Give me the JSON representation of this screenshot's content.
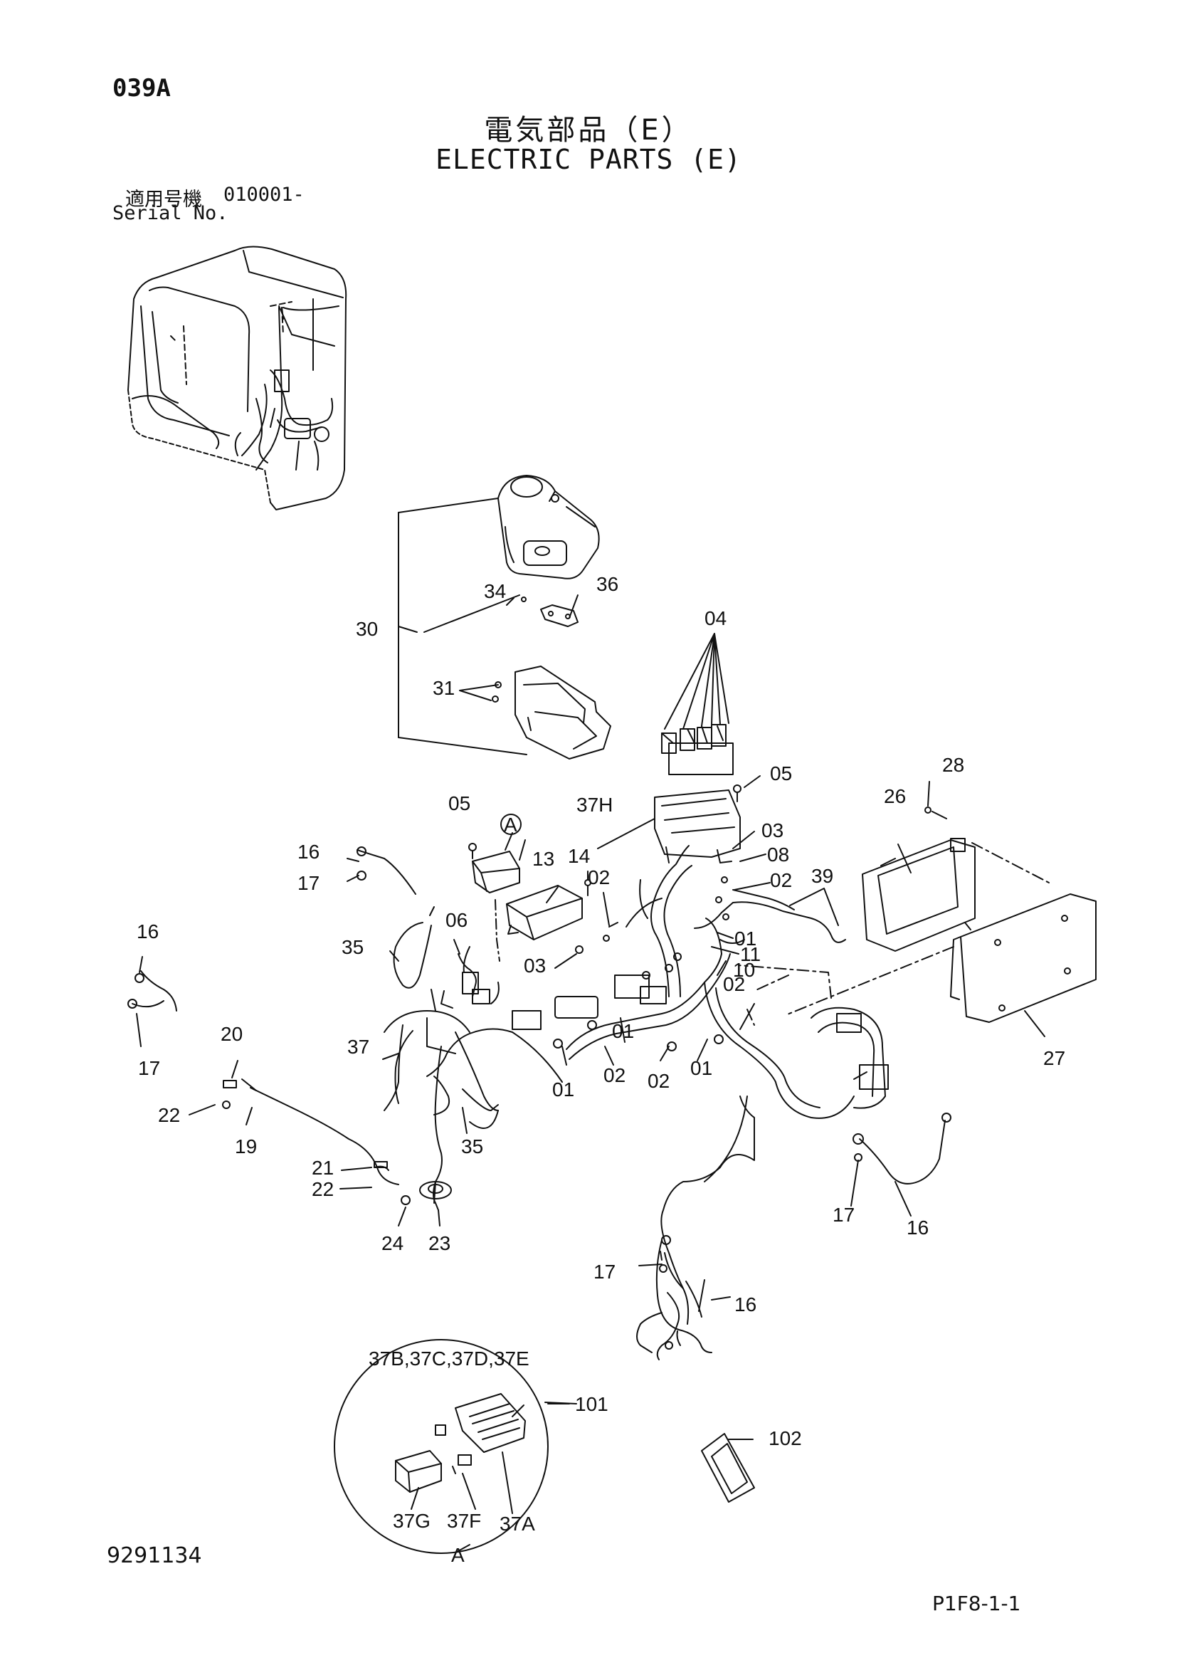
{
  "header": {
    "page_code": "039A",
    "title_jp": "電気部品（E）",
    "title_en": "ELECTRIC PARTS (E)",
    "serial_label_jp": "適用号機",
    "serial_value": "010001-",
    "serial_label_en": "Serial No."
  },
  "callouts": {
    "c30": "30",
    "c34": "34",
    "c36": "36",
    "c31": "31",
    "c04": "04",
    "c05a": "05",
    "c05b": "05",
    "c37H": "37H",
    "c28": "28",
    "c26": "26",
    "cA_mark": "A",
    "c13": "13",
    "c14": "14",
    "c02a": "02",
    "c03a": "03",
    "c08": "08",
    "c02b": "02",
    "c39": "39",
    "c16a": "16",
    "c17a": "17",
    "c06": "06",
    "c01a": "01",
    "c11": "11",
    "c10": "10",
    "c02c": "02",
    "c35a": "35",
    "c03b": "03",
    "c16b": "16",
    "c17b": "17",
    "c20": "20",
    "c37": "37",
    "c01b": "01",
    "c01c": "01",
    "c02d": "02",
    "c02e": "02",
    "c01d": "01",
    "c27": "27",
    "c22a": "22",
    "c19": "19",
    "c35b": "35",
    "c21": "21",
    "c22b": "22",
    "c24": "24",
    "c23": "23",
    "c17c": "17",
    "c16c": "16",
    "c17d": "17",
    "c16d": "16",
    "c37BCDE": "37B,37C,37D,37E",
    "c101": "101",
    "c102": "102",
    "c37G": "37G",
    "c37F": "37F",
    "c37A": "37A",
    "cA_detail": "A"
  },
  "footer": {
    "doc_number": "9291134",
    "page_ref": "P1F8-1-1"
  }
}
